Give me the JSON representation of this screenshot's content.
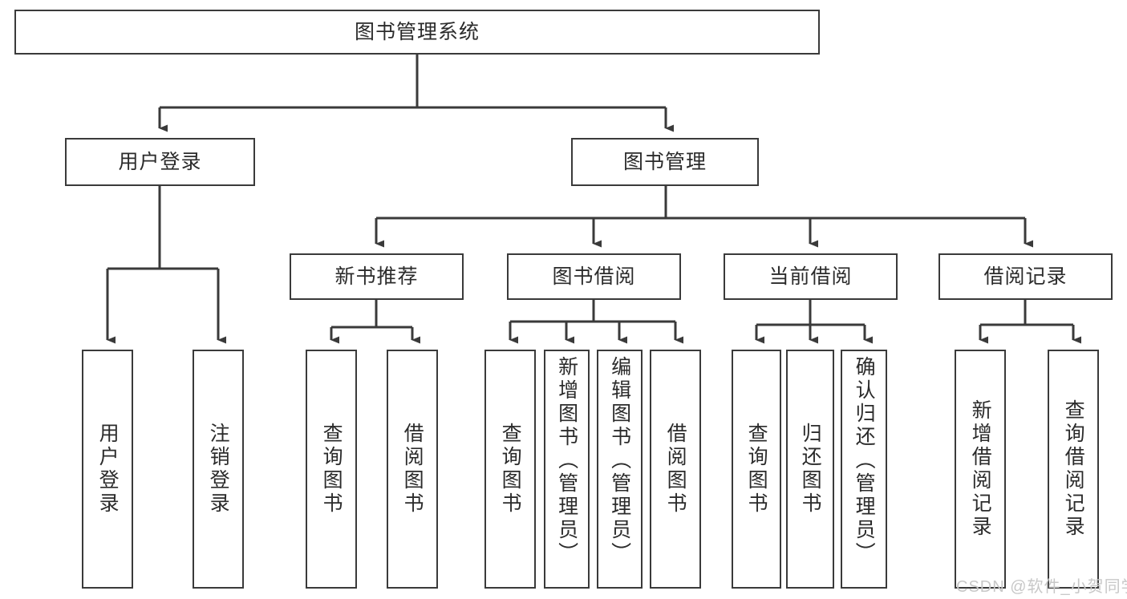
{
  "diagram": {
    "title": "图书管理系统",
    "type": "hierarchy-tree",
    "root": {
      "label": "图书管理系统"
    },
    "level2": [
      {
        "label": "用户登录"
      },
      {
        "label": "图书管理"
      }
    ],
    "level3": [
      {
        "label": "新书推荐"
      },
      {
        "label": "图书借阅"
      },
      {
        "label": "当前借阅"
      },
      {
        "label": "借阅记录"
      }
    ],
    "leaves": {
      "user_login": [
        {
          "label": "用户登录"
        },
        {
          "label": "注销登录"
        }
      ],
      "new_book_recommend": [
        {
          "label": "查询图书"
        },
        {
          "label": "借阅图书"
        }
      ],
      "book_borrow": [
        {
          "label": "查询图书"
        },
        {
          "label": "新增图书（管理员）"
        },
        {
          "label": "编辑图书（管理员）"
        },
        {
          "label": "借阅图书"
        }
      ],
      "current_borrow": [
        {
          "label": "查询图书"
        },
        {
          "label": "归还图书"
        },
        {
          "label": "确认归还（管理员）"
        }
      ],
      "borrow_record": [
        {
          "label": "新增借阅记录"
        },
        {
          "label": "查询借阅记录"
        }
      ]
    }
  },
  "watermark": {
    "text": "CSDN @软件_小贺同学"
  },
  "colors": {
    "stroke": "#3a3a3a",
    "text": "#2b2b2b",
    "background": "#ffffff",
    "watermark": "#c8c8c8"
  }
}
